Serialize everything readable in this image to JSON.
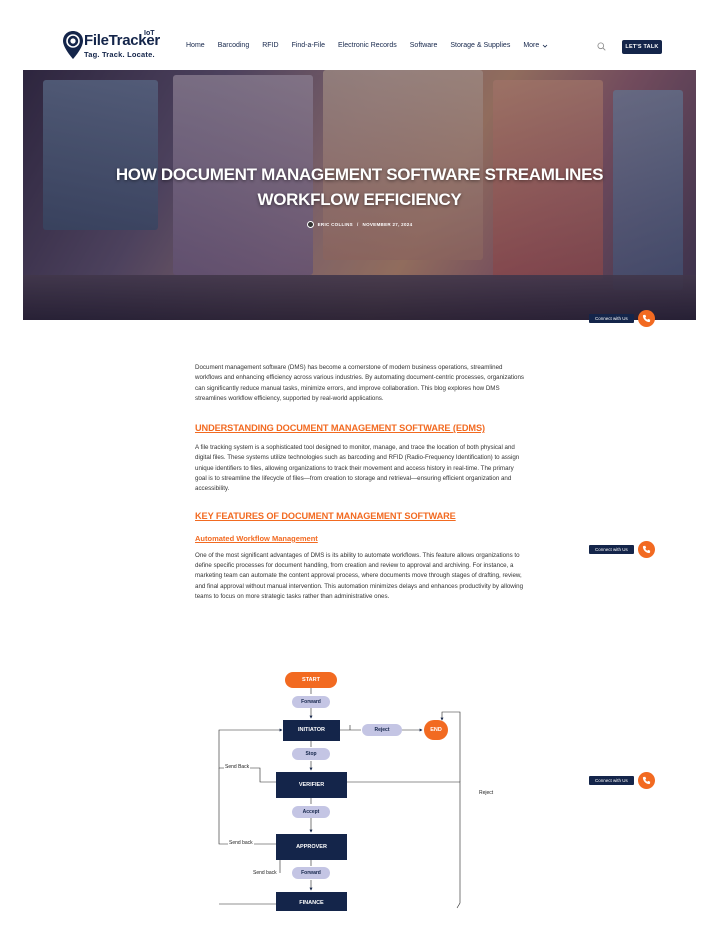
{
  "header": {
    "logo": {
      "name": "FileTracker",
      "superscript": "IoT",
      "tagline": "Tag. Track. Locate."
    },
    "nav": [
      {
        "label": "Home"
      },
      {
        "label": "Barcoding"
      },
      {
        "label": "RFID"
      },
      {
        "label": "Find-a-File"
      },
      {
        "label": "Electronic Records"
      },
      {
        "label": "Software"
      },
      {
        "label": "Storage & Supplies"
      },
      {
        "label": "More"
      }
    ],
    "cta_label": "LET'S TALK"
  },
  "hero": {
    "title": "HOW DOCUMENT MANAGEMENT SOFTWARE STREAMLINES WORKFLOW EFFICIENCY",
    "author": "ERIC COLLINS",
    "separator": "/",
    "date": "NOVEMBER 27, 2024"
  },
  "connect": {
    "label": "Connect with Us"
  },
  "article": {
    "intro": "Document management software (DMS) has become a cornerstone of modern business operations, streamlined workflows and enhancing efficiency across various industries. By automating document-centric processes, organizations can significantly reduce manual tasks, minimize errors, and improve collaboration. This blog explores how DMS streamlines workflow efficiency, supported by real-world applications.",
    "h2_understanding": "UNDERSTANDING DOCUMENT MANAGEMENT SOFTWARE (EDMS)",
    "p_understanding": "A file tracking system is a sophisticated tool designed to monitor, manage, and trace the location of both physical and digital files. These systems utilize technologies such as barcoding and RFID (Radio-Frequency Identification) to assign unique identifiers to files, allowing organizations to track their movement and access history in real-time. The primary goal is to streamline the lifecycle of files—from creation to storage and retrieval—ensuring efficient organization and accessibility.",
    "h2_features": "KEY FEATURES OF DOCUMENT MANAGEMENT SOFTWARE",
    "h3_workflow": "Automated Workflow Management",
    "p_workflow": "One of the most significant advantages of DMS is its ability to automate workflows. This feature allows organizations to define specific processes for document handling, from creation and review to approval and archiving. For instance, a marketing team can automate the content approval process, where documents move through stages of drafting, review, and final approval without manual intervention. This automation minimizes delays and enhances productivity by allowing teams to focus on more strategic tasks rather than administrative ones."
  },
  "flowchart": {
    "start": "START",
    "forward1": "Forward",
    "initiator": "INITIATOR",
    "reject1": "Reject",
    "end": "END",
    "stop": "Stop",
    "send_back1": "Send Back",
    "verifier": "VERIFIER",
    "accept": "Accept",
    "reject2": "Reject",
    "send_back2": "Send back",
    "approver": "APPROVER",
    "send_back3": "Send back",
    "forward2": "Forward",
    "finance": "FINANCE"
  },
  "colors": {
    "navy": "#14254a",
    "orange": "#f26a21",
    "pill": "#c4c5e4"
  }
}
